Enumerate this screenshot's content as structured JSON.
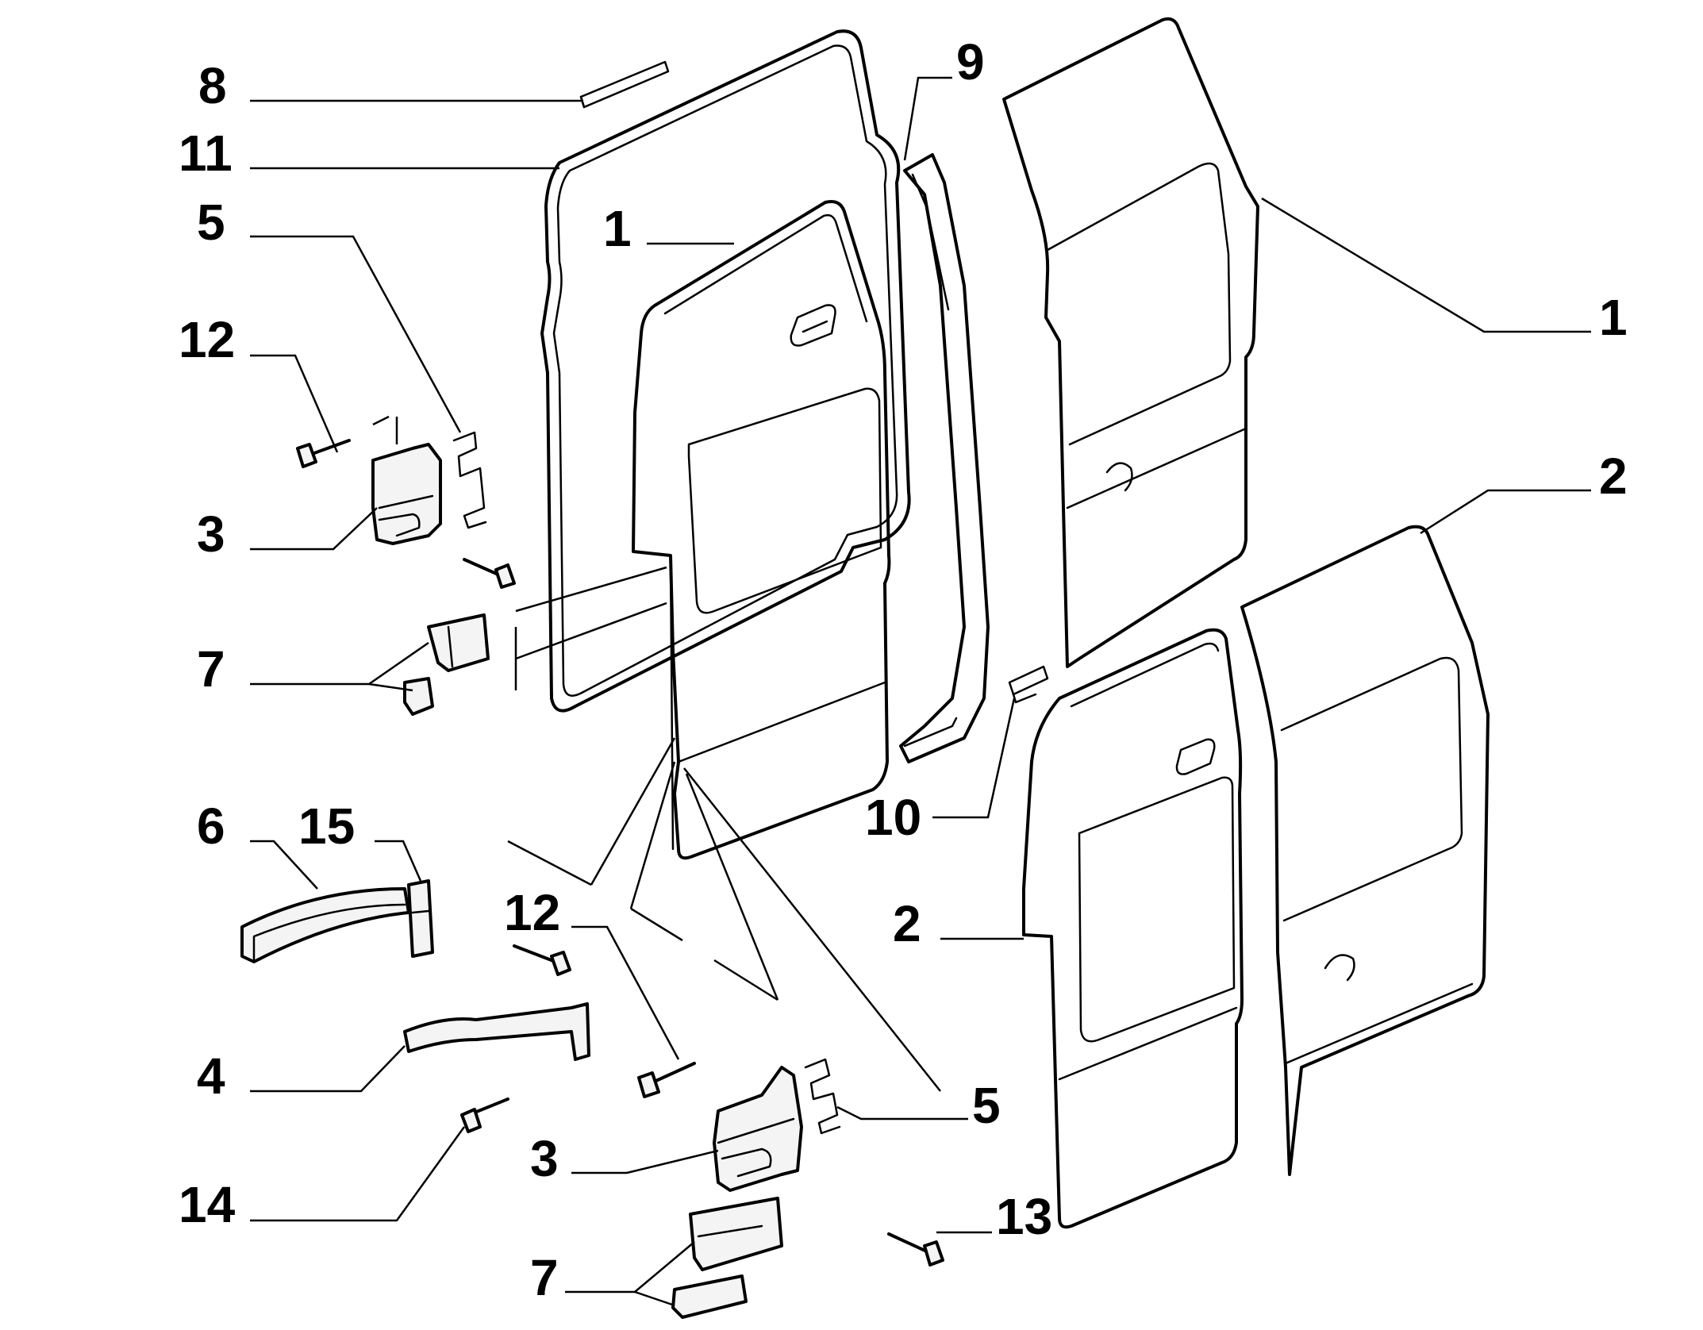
{
  "callouts": {
    "c8": "8",
    "c11": "11",
    "c5a": "5",
    "c12a": "12",
    "c3a": "3",
    "c7a": "7",
    "c1a": "1",
    "c9": "9",
    "c1b": "1",
    "c2a": "2",
    "c10": "10",
    "c2b": "2",
    "c6": "6",
    "c15": "15",
    "c12b": "12",
    "c4": "4",
    "c14": "14",
    "c3b": "3",
    "c5b": "5",
    "c13": "13",
    "c7b": "7"
  }
}
